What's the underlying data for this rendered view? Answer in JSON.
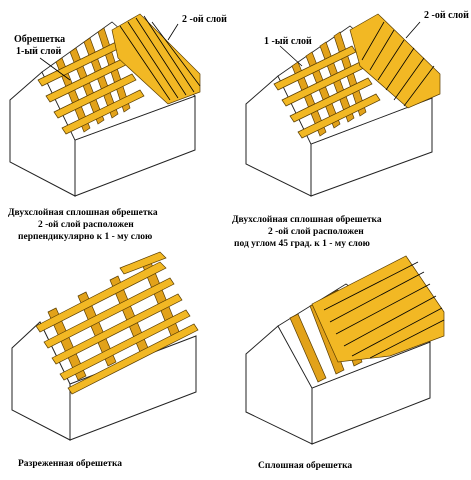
{
  "panels": [
    {
      "labels": [
        "Обрешетка",
        "1-ый слой",
        "2 -ой слой"
      ],
      "caption": [
        "Двухслойная сплошная обрешетка",
        "2 -ой слой расположен",
        "перпендикулярно к 1 - му слою"
      ]
    },
    {
      "labels": [
        "1 -ый слой",
        "2 -ой слой"
      ],
      "caption": [
        "Двухслойная сплошная обрешетка",
        "2 -ой слой расположен",
        "под углом 45 град. к 1 - му слою"
      ]
    },
    {
      "labels": [],
      "caption": [
        "Разреженная обрешетка"
      ]
    },
    {
      "labels": [],
      "caption": [
        "Сплошная обрешетка"
      ]
    }
  ],
  "colors": {
    "wood": "#f2b824",
    "wood_dark": "#e2a21a",
    "outline": "#222222"
  }
}
